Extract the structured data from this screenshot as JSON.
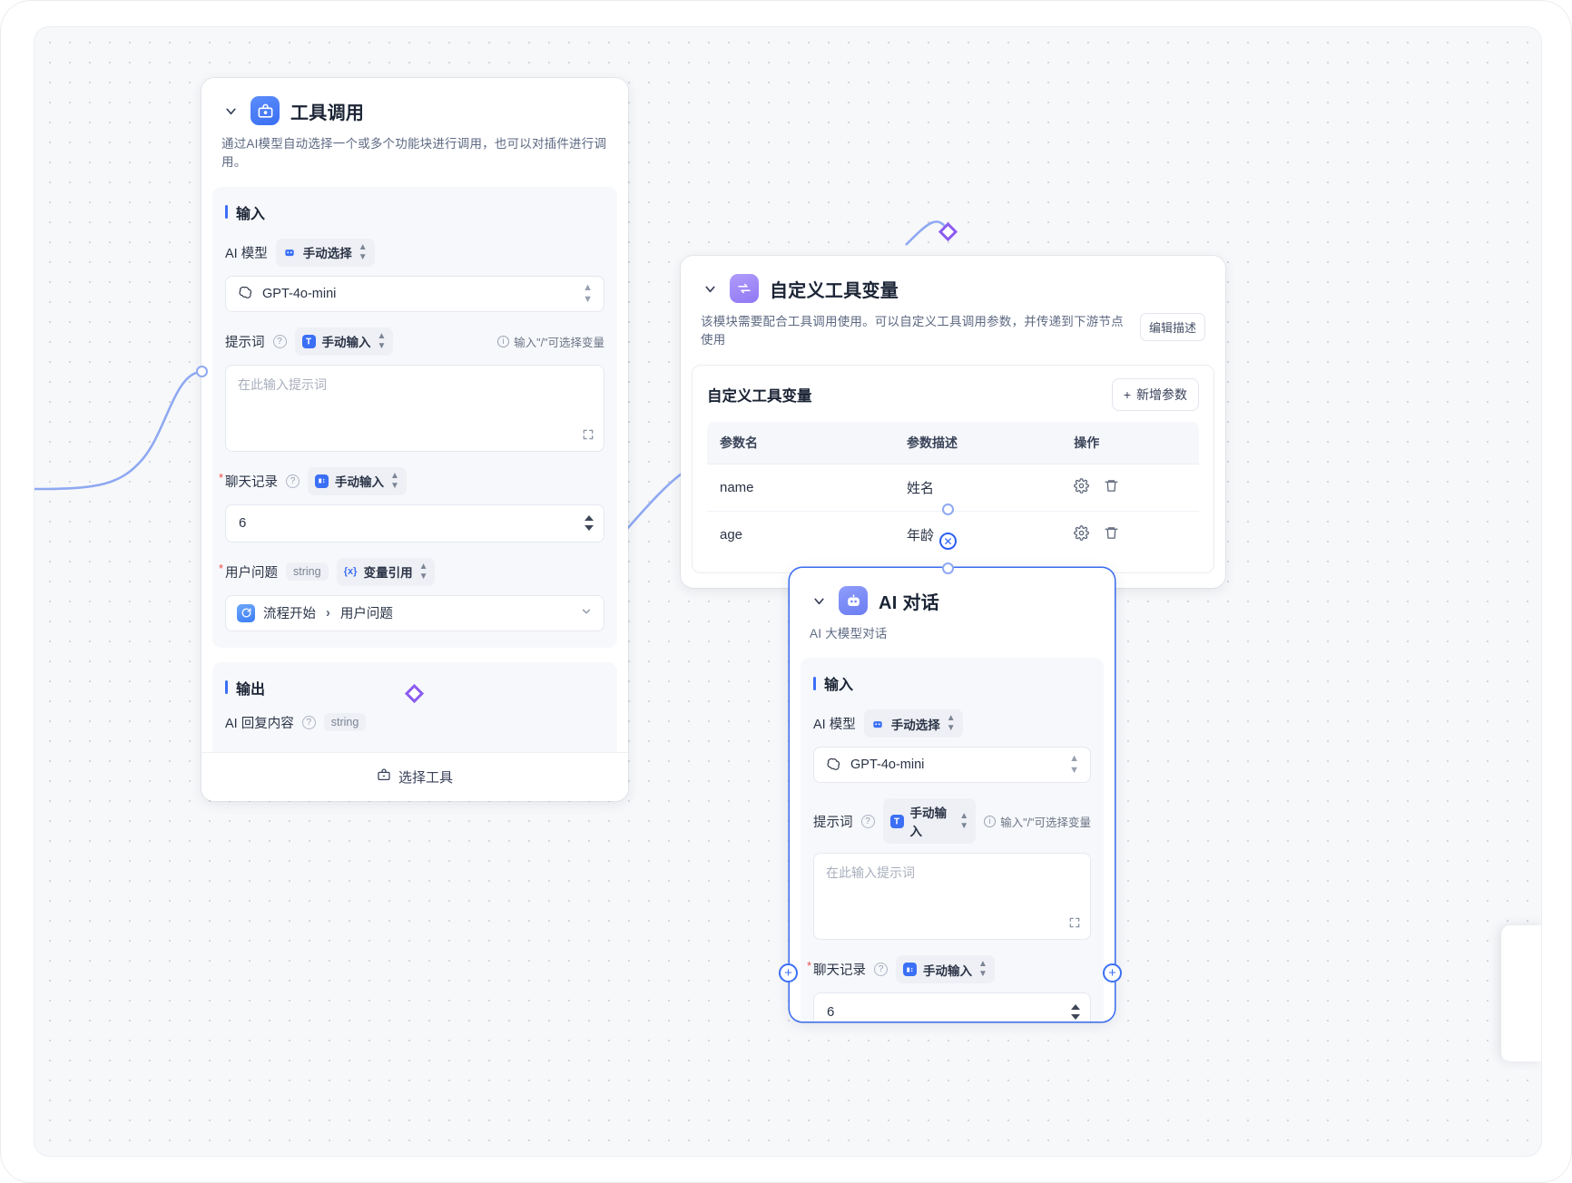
{
  "nodes": {
    "tool_call": {
      "title": "工具调用",
      "icon_name": "toolbox-icon",
      "description": "通过AI模型自动选择一个或多个功能块进行调用，也可以对插件进行调用。",
      "input_section": "输入",
      "output_section": "输出",
      "fields": {
        "model_label": "AI 模型",
        "model_mode": "手动选择",
        "model_value": "GPT-4o-mini",
        "prompt_label": "提示词",
        "prompt_mode": "手动输入",
        "prompt_hint": "输入\"/\"可选择变量",
        "prompt_placeholder": "在此输入提示词",
        "chat_label": "聊天记录",
        "chat_mode": "手动输入",
        "chat_value": "6",
        "question_label": "用户问题",
        "question_type": "string",
        "question_mode": "变量引用",
        "question_ref_node": "流程开始",
        "question_ref_field": "用户问题",
        "output_label": "AI 回复内容",
        "output_type": "string"
      },
      "footer_label": "选择工具",
      "footer_icon": "toolbox-icon"
    },
    "tool_var": {
      "title": "自定义工具变量",
      "icon_name": "variable-exchange-icon",
      "description": "该模块需要配合工具调用使用。可以自定义工具调用参数，并传递到下游节点使用",
      "edit_desc_label": "编辑描述",
      "panel_title": "自定义工具变量",
      "add_param_label": "新增参数",
      "add_param_icon": "plus-icon",
      "table": {
        "headers": [
          "参数名",
          "参数描述",
          "操作"
        ],
        "rows": [
          {
            "name": "name",
            "desc": "姓名",
            "ops": [
              "gear-icon",
              "trash-icon"
            ]
          },
          {
            "name": "age",
            "desc": "年龄",
            "ops": [
              "gear-icon",
              "trash-icon"
            ]
          }
        ]
      }
    },
    "ai_chat": {
      "title": "AI 对话",
      "icon_name": "robot-icon",
      "description": "AI 大模型对话",
      "input_section": "输入",
      "fields": {
        "model_label": "AI 模型",
        "model_mode": "手动选择",
        "model_value": "GPT-4o-mini",
        "prompt_label": "提示词",
        "prompt_mode": "手动输入",
        "prompt_hint": "输入\"/\"可选择变量",
        "prompt_placeholder": "在此输入提示词",
        "chat_label": "聊天记录",
        "chat_mode": "手动输入",
        "chat_value": "6"
      }
    }
  },
  "colors": {
    "accent": "#3b6ff6",
    "edge": "#8fa9f2",
    "diamond": "#8c5cf0",
    "required": "#f04b4b",
    "canvas": "#f7f8fa"
  }
}
